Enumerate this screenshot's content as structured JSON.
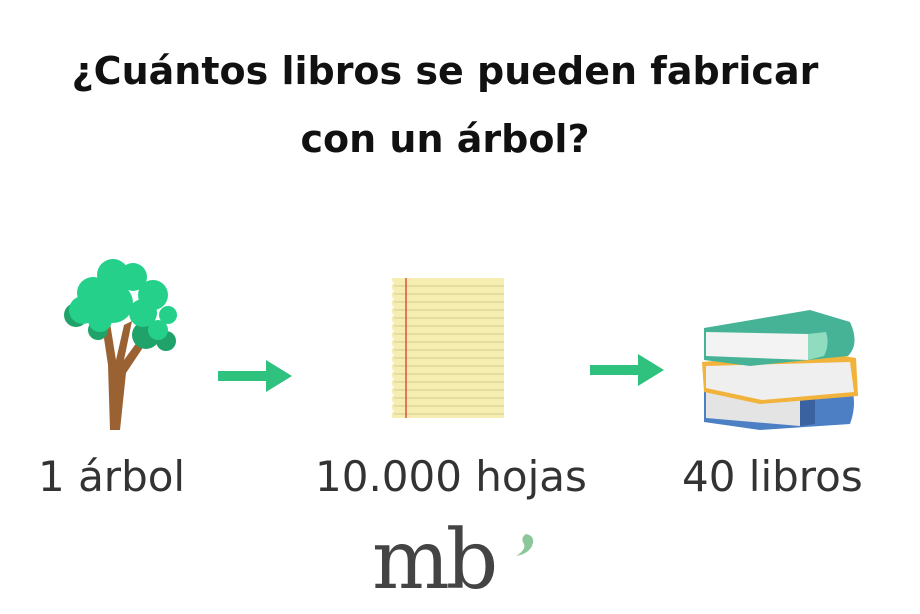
{
  "title": {
    "line1": "¿Cuántos libros se pueden fabricar",
    "line2": "con un árbol?"
  },
  "steps": [
    {
      "label": "1 árbol",
      "icon": "tree-icon"
    },
    {
      "label": "10.000 hojas",
      "icon": "notepad-icon"
    },
    {
      "label": "40 libros",
      "icon": "books-icon"
    }
  ],
  "logo": {
    "text": "mb"
  },
  "colors": {
    "arrow": "#2ec27e",
    "leaf": "#25d08a",
    "leaf_dark": "#1fa36b",
    "trunk": "#9a6233",
    "paper": "#f5eeb0",
    "margin_line": "#e0503a",
    "book_green": "#47b396",
    "book_yellow": "#f2b33c",
    "book_blue": "#4d7fc4"
  }
}
